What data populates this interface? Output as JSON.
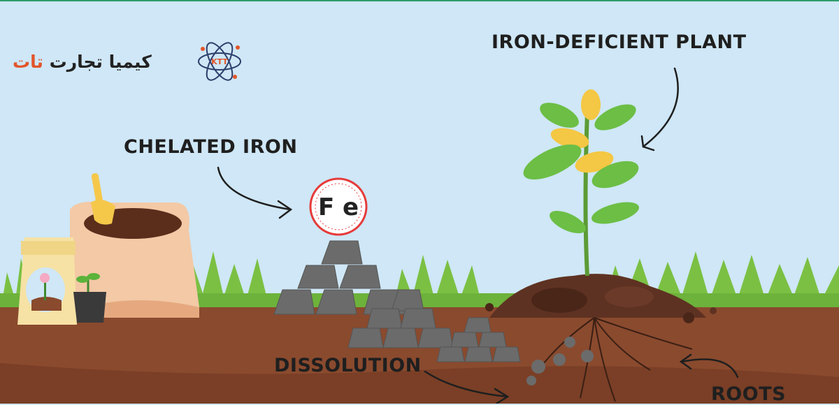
{
  "logo": {
    "text_dark": "كيميا تجارت",
    "text_accent": "تات",
    "mark": "KTT"
  },
  "labels": {
    "plant": "IRON-DEFICIENT PLANT",
    "chelated": "CHELATED IRON",
    "dissolution": "DISSOLUTION",
    "roots": "ROOTS"
  },
  "element_symbol": "F e",
  "colors": {
    "sky": "#cfe7f6",
    "soil": "#8a4a2e",
    "grass": "#7bc043",
    "accent": "#e2552a",
    "fe_ring": "#e63b3b",
    "ingot": "#6b6b6b"
  }
}
